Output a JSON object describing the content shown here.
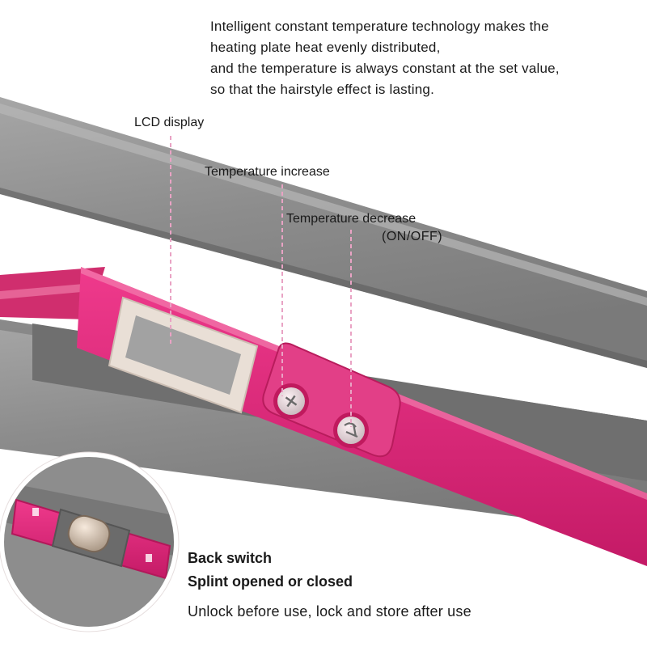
{
  "intro": {
    "line1": "Intelligent constant temperature technology makes the",
    "line2": "heating plate heat evenly distributed,",
    "line3": "and the temperature is always constant at the set value,",
    "line4": "so that the hairstyle effect is lasting."
  },
  "callouts": {
    "lcd": "LCD display",
    "increase": "Temperature increase",
    "decrease": "Temperature decrease",
    "decrease_sub": "(ON/OFF)"
  },
  "back_switch": {
    "title": "Back switch",
    "subtitle": "Splint opened or closed",
    "description": "Unlock before use, lock and store after use"
  },
  "colors": {
    "body_gray": "#8f8f8f",
    "accent_pink": "#e0267a",
    "callout_line": "#e9a3c4"
  },
  "icons": {
    "plus_button": "plus-icon",
    "power_button": "power-minus-icon"
  }
}
